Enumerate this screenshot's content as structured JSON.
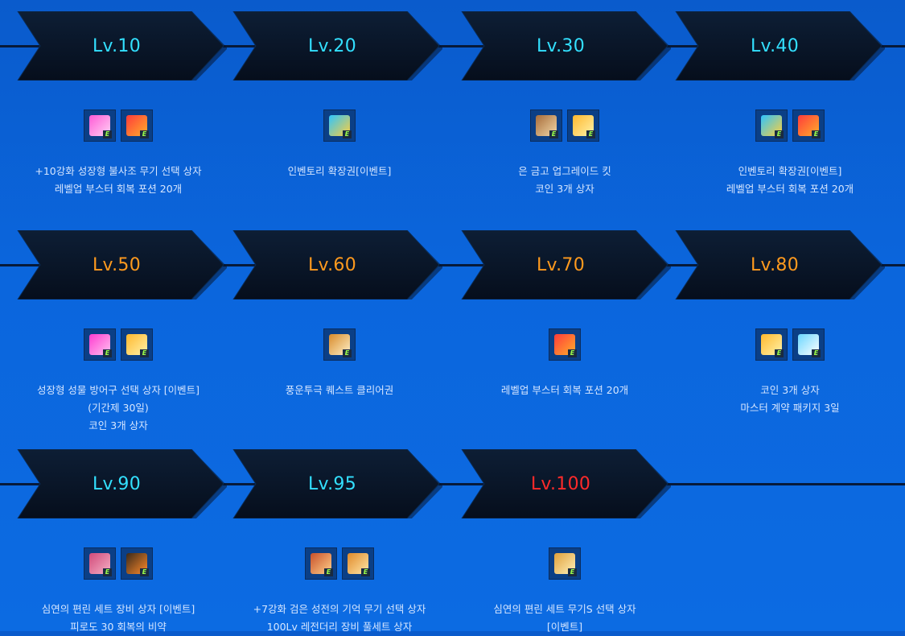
{
  "rows": [
    {
      "items": [
        {
          "level": "Lv.10",
          "color": "cyan",
          "icons": [
            {
              "name": "weapon-box-icon",
              "grad": "#ff5ad6,#ffd1f4"
            },
            {
              "name": "booster-potion-icon",
              "grad": "#ff3b3b,#ffae2b"
            }
          ],
          "lines": [
            "+10강화 성장형 불사조 무기 선택 상자",
            "레벨업 부스터 회복 포션 20개"
          ]
        },
        {
          "level": "Lv.20",
          "color": "cyan",
          "icons": [
            {
              "name": "inventory-expansion-icon",
              "grad": "#2ec4ff,#ffcf3a"
            }
          ],
          "lines": [
            "인벤토리 확장권[이벤트]"
          ]
        },
        {
          "level": "Lv.30",
          "color": "cyan",
          "icons": [
            {
              "name": "vault-upgrade-kit-icon",
              "grad": "#a86d3a,#f0d6a8"
            },
            {
              "name": "coin-box-icon",
              "grad": "#ffb82e,#fff2a8"
            }
          ],
          "lines": [
            "은 금고 업그레이드 킷",
            "코인 3개 상자"
          ]
        },
        {
          "level": "Lv.40",
          "color": "cyan",
          "icons": [
            {
              "name": "inventory-expansion-icon",
              "grad": "#2ec4ff,#ffcf3a"
            },
            {
              "name": "booster-potion-icon",
              "grad": "#ff3b3b,#ffae2b"
            }
          ],
          "lines": [
            "인벤토리 확장권[이벤트]",
            "레벨업 부스터 회복 포션 20개"
          ]
        }
      ]
    },
    {
      "items": [
        {
          "level": "Lv.50",
          "color": "orange",
          "icons": [
            {
              "name": "armor-box-icon",
              "grad": "#ff3bd0,#ffc2f0"
            },
            {
              "name": "coin-box-icon",
              "grad": "#ffb82e,#fff2a8"
            }
          ],
          "lines": [
            "성장형 성물 방어구 선택 상자 [이벤트]",
            "(기간제 30일)",
            "코인 3개 상자"
          ]
        },
        {
          "level": "Lv.60",
          "color": "orange",
          "icons": [
            {
              "name": "quest-clear-ticket-icon",
              "grad": "#d88a2a,#fff1c8"
            }
          ],
          "lines": [
            "풍운투극 퀘스트 클리어권"
          ]
        },
        {
          "level": "Lv.70",
          "color": "orange",
          "icons": [
            {
              "name": "booster-potion-icon",
              "grad": "#ff3b3b,#ffae2b"
            }
          ],
          "lines": [
            "레벨업 부스터 회복 포션 20개"
          ]
        },
        {
          "level": "Lv.80",
          "color": "orange",
          "icons": [
            {
              "name": "coin-box-icon",
              "grad": "#ffb82e,#fff2a8"
            },
            {
              "name": "master-contract-package-icon",
              "grad": "#6ad6ff,#ffffff"
            }
          ],
          "lines": [
            "코인 3개 상자",
            "마스터 계약 패키지 3일"
          ]
        }
      ]
    },
    {
      "items": [
        {
          "level": "Lv.90",
          "color": "cyan",
          "icons": [
            {
              "name": "equipment-set-box-icon",
              "grad": "#d14a7a,#f5b0c6"
            },
            {
              "name": "recovery-elixir-icon",
              "grad": "#3a2a1a,#ff8a2a"
            }
          ],
          "lines": [
            "심연의 편린 세트 장비 상자 [이벤트]",
            "피로도 30 회복의 비약"
          ]
        },
        {
          "level": "Lv.95",
          "color": "cyan",
          "icons": [
            {
              "name": "dark-weapon-box-icon",
              "grad": "#c8502a,#ffd08a"
            },
            {
              "name": "legendary-full-set-box-icon",
              "grad": "#e08a2a,#ffe7a8"
            }
          ],
          "lines": [
            "+7강화 검은 성전의 기억 무기 선택 상자",
            "100Lv 레전더리 장비 풀세트 상자"
          ]
        },
        {
          "level": "Lv.100",
          "color": "red",
          "icons": [
            {
              "name": "weapon-select-box-icon",
              "grad": "#e0a03a,#fff0b8"
            }
          ],
          "lines": [
            "심연의 편린 세트 무기S 선택 상자",
            "[이벤트]"
          ]
        }
      ]
    }
  ]
}
